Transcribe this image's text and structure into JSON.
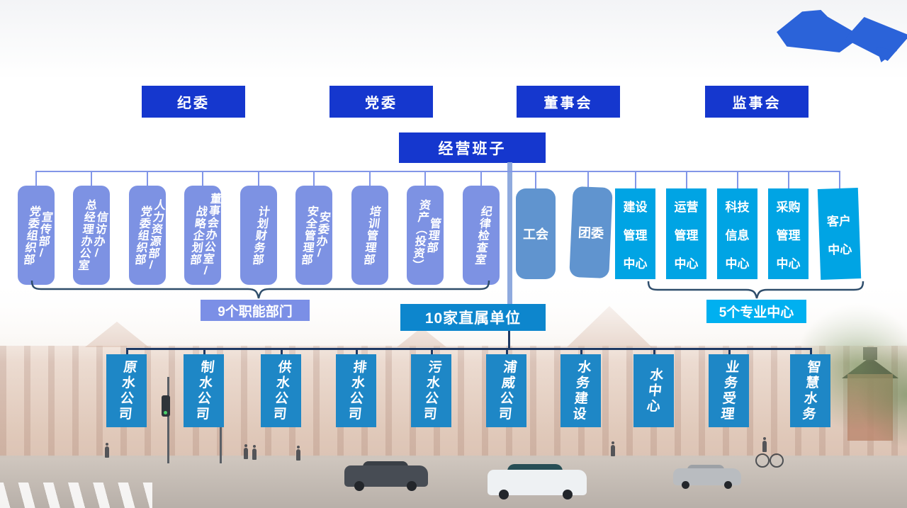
{
  "colors": {
    "royal": "#1537ce",
    "royal2": "#2b63d9",
    "peri": "#7d92e3",
    "peri2": "#7b8fe6",
    "periline": "#8296e8",
    "thick": "#8faade",
    "steel": "#6094cf",
    "azure": "#00a4e4",
    "cyan": "#00b0f0",
    "teal": "#1e87c6",
    "tealdark": "#0d86cd",
    "navy": "#1f3a64",
    "brace": "#2e4d6b"
  },
  "top_row": {
    "items": [
      {
        "label": "纪委"
      },
      {
        "label": "党委"
      },
      {
        "label": "董事会"
      },
      {
        "label": "监事会"
      }
    ]
  },
  "management": {
    "label": "经营班子"
  },
  "functional_departments": {
    "group_label": "9个职能部门",
    "items": [
      {
        "name": "宣传部/党委组织部",
        "cols": [
          "党委组织部",
          "宣传部/"
        ]
      },
      {
        "name": "信访办/总经理办公室",
        "cols": [
          "总经理办公室",
          "信访办/"
        ]
      },
      {
        "name": "人力资源部/党委组织部",
        "cols": [
          "党委组织部",
          "人力资源部/"
        ]
      },
      {
        "name": "董事会办公室/战略企划部",
        "cols": [
          "战略企划部",
          "董事会办公室/"
        ]
      },
      {
        "name": "计划财务部",
        "cols": [
          "计划财务部"
        ]
      },
      {
        "name": "安委办/安全管理部",
        "cols": [
          "安全管理部",
          "安委办/"
        ]
      },
      {
        "name": "培训管理部",
        "cols": [
          "培训管理部"
        ]
      },
      {
        "name": "资产（投资）管理部",
        "cols": [
          "资产（投资）",
          "管理部"
        ]
      },
      {
        "name": "纪律检查室",
        "cols": [
          "纪律检查室"
        ]
      }
    ]
  },
  "mass_organizations": {
    "items": [
      {
        "label": "工会"
      },
      {
        "label": "团委"
      }
    ]
  },
  "professional_centers": {
    "group_label": "5个专业中心",
    "items": [
      {
        "name": "建设管理中心",
        "lines": [
          "建设",
          "管理",
          "中心"
        ]
      },
      {
        "name": "运营管理中心",
        "lines": [
          "运营",
          "管理",
          "中心"
        ]
      },
      {
        "name": "科技信息中心",
        "lines": [
          "科技",
          "信息",
          "中心"
        ]
      },
      {
        "name": "采购管理中心",
        "lines": [
          "采购",
          "管理",
          "中心"
        ]
      },
      {
        "name": "客户中心",
        "lines": [
          "客户",
          "中心"
        ]
      }
    ]
  },
  "subsidiaries": {
    "group_label": "10家直属单位",
    "items": [
      {
        "label": "原水公司"
      },
      {
        "label": "制水公司"
      },
      {
        "label": "供水公司"
      },
      {
        "label": "排水公司"
      },
      {
        "label": "污水公司"
      },
      {
        "label": "浦威公司"
      },
      {
        "label": "水务建设"
      },
      {
        "label": "水中心"
      },
      {
        "label": "业务受理"
      },
      {
        "label": "智慧水务"
      }
    ]
  }
}
